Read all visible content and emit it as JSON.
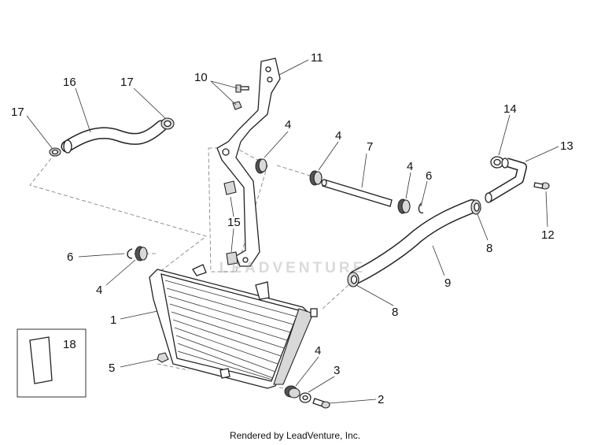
{
  "callouts": {
    "c1": "1",
    "c2": "2",
    "c3": "3",
    "c4a": "4",
    "c4b": "4",
    "c4c": "4",
    "c4d": "4",
    "c4e": "4",
    "c5": "5",
    "c6a": "6",
    "c6b": "6",
    "c7": "7",
    "c8a": "8",
    "c8b": "8",
    "c9": "9",
    "c10": "10",
    "c11": "11",
    "c12": "12",
    "c13": "13",
    "c14": "14",
    "c15": "15",
    "c16": "16",
    "c17a": "17",
    "c17b": "17",
    "c18": "18"
  },
  "watermark": "LEADVENTURE",
  "footer": "Rendered by LeadVenture, Inc.",
  "colors": {
    "line": "#222222",
    "fill_gray": "#d8d8d8",
    "watermark": "#c8c8c8"
  }
}
